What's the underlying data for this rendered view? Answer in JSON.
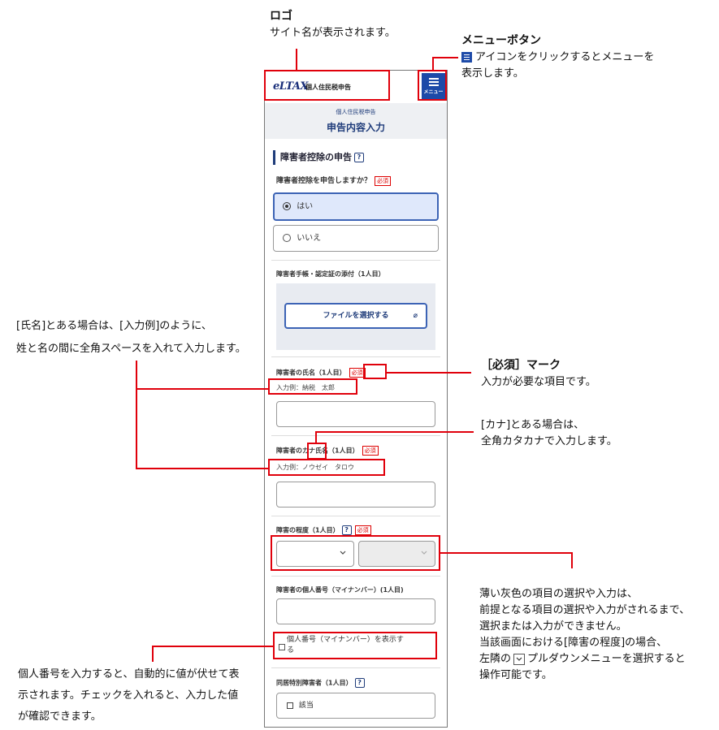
{
  "callouts": {
    "logo_title": "ロゴ",
    "logo_desc": "サイト名が表示されます。",
    "menu_title": "メニューボタン",
    "menu_desc_1": "アイコンをクリックするとメニューを",
    "menu_desc_2": "表示します。",
    "name_note_1": "[氏名]とある場合は、[入力例]のように、",
    "name_note_2": "姓と名の間に全角スペースを入れて入力します。",
    "required_title": "［必須］マーク",
    "required_desc": "入力が必要な項目です。",
    "kana_note_1": "[カナ]とある場合は、",
    "kana_note_2": "全角カタカナで入力します。",
    "grey_note_1": "薄い灰色の項目の選択や入力は、",
    "grey_note_2": "前提となる項目の選択や入力がされるまで、",
    "grey_note_3": "選択または入力ができません。",
    "grey_note_4": "当該画面における[障害の程度]の場合、",
    "grey_note_5a": "左隣の",
    "grey_note_5b": "プルダウンメニューを選択すると",
    "grey_note_6": "操作可能です。",
    "mynumber_note_1": "個人番号を入力すると、自動的に値が伏せて表",
    "mynumber_note_2": "示されます。チェックを入れると、入力した値",
    "mynumber_note_3": "が確認できます。"
  },
  "phone": {
    "logo_mark": "eLTAX",
    "logo_text": "個人住民税申告",
    "menu_label": "メニュー",
    "breadcrumb": "個人住民税申告",
    "page_title": "申告内容入力",
    "section_title": "障害者控除の申告",
    "question": "障害者控除を申告しますか？",
    "required_badge": "必須",
    "option_yes": "はい",
    "option_no": "いいえ",
    "attach_label": "障害者手帳・認定証の添付（1人目）",
    "file_button": "ファイルを選択する",
    "name_label": "障害者の氏名（1人目）",
    "name_example": "入力例：納税　太郎",
    "kana_label": "障害者のカナ氏名（1人目）",
    "kana_example": "入力例：ノウゼイ　タロウ",
    "degree_label": "障害の程度（1人目）",
    "mynumber_label": "障害者の個人番号（マイナンバー）(1人目)",
    "show_mynumber_1": "個人番号（マイナンバー）を表示す",
    "show_mynumber_2": "る",
    "cohabit_label": "同居特別障害者（1人目）",
    "cohabit_option": "該当"
  },
  "colors": {
    "accent": "#e0000b",
    "brand": "#1d4aa8"
  },
  "icons": [
    "menu-icon",
    "help-icon",
    "paperclip-icon",
    "chevron-down-icon",
    "radio-icon",
    "checkbox-icon"
  ]
}
